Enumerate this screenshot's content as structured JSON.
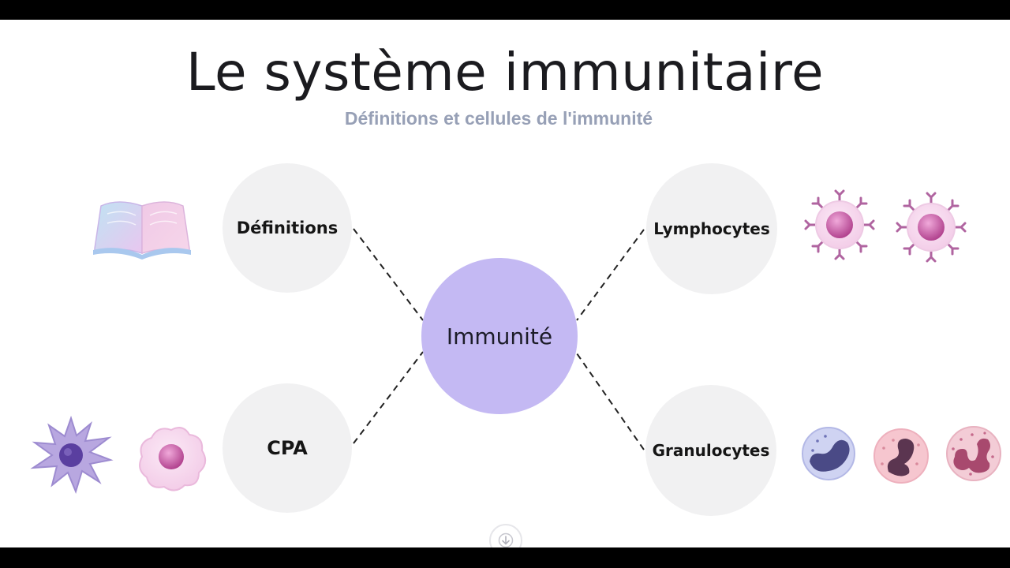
{
  "slide": {
    "title": "Le système immunitaire",
    "subtitle": "Définitions et cellules de l'immunité"
  },
  "mindmap": {
    "center": "Immunité",
    "branches": [
      {
        "label": "Définitions",
        "icon": "open-book-icon"
      },
      {
        "label": "CPA",
        "icon": "dendritic-cell-icon"
      },
      {
        "label": "Lymphocytes",
        "icon": "lymphocyte-icon"
      },
      {
        "label": "Granulocytes",
        "icon": "granulocyte-icon"
      }
    ]
  },
  "colors": {
    "center_fill": "#c4b9f3",
    "node_fill": "#f1f1f2",
    "subtitle": "#97a0b6"
  },
  "controls": {
    "scroll_icon": "arrow-down-icon"
  }
}
